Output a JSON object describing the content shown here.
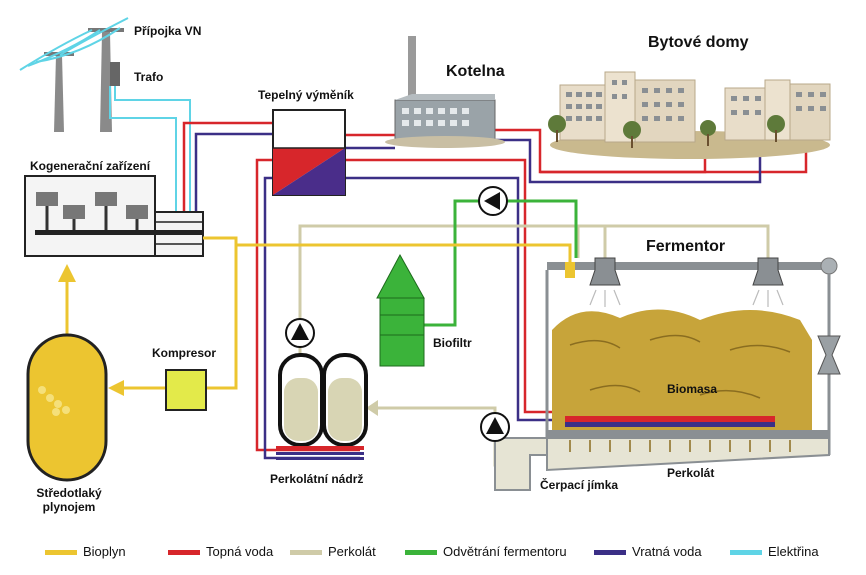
{
  "labels": {
    "pripojka": "Přípojka VN",
    "trafo": "Trafo",
    "kogenerace": "Kogenerační zařízení",
    "vymenik": "Tepelný výměník",
    "kotelna": "Kotelna",
    "bytove_domy": "Bytové domy",
    "fermentor": "Fermentor",
    "biofiltr": "Biofiltr",
    "kompresor": "Kompresor",
    "biomasa": "Biomasa",
    "perkolat": "Perkolát",
    "perkolatni_nadrz": "Perkolátní nádrž",
    "cerpaci_jimka": "Čerpací jímka",
    "plynojem": "Středotlaký\nplynojem"
  },
  "legend": [
    {
      "label": "Bioplyn",
      "color": "#ecc530"
    },
    {
      "label": "Topná voda",
      "color": "#d7262b"
    },
    {
      "label": "Perkolát",
      "color": "#cfcba8"
    },
    {
      "label": "Odvětrání fermentoru",
      "color": "#3bb33a"
    },
    {
      "label": "Vratná voda",
      "color": "#3b2f86"
    },
    {
      "label": "Elektřina",
      "color": "#5fd4e6"
    }
  ],
  "colors": {
    "bioplyn": "#ecc530",
    "topna": "#d7262b",
    "perkolat": "#cfcba8",
    "odvetrani": "#3bb33a",
    "vratna": "#3b2f86",
    "elektrina": "#5fd4e6",
    "biomasa": "#c7a43a",
    "building": "#e8ddc9"
  }
}
